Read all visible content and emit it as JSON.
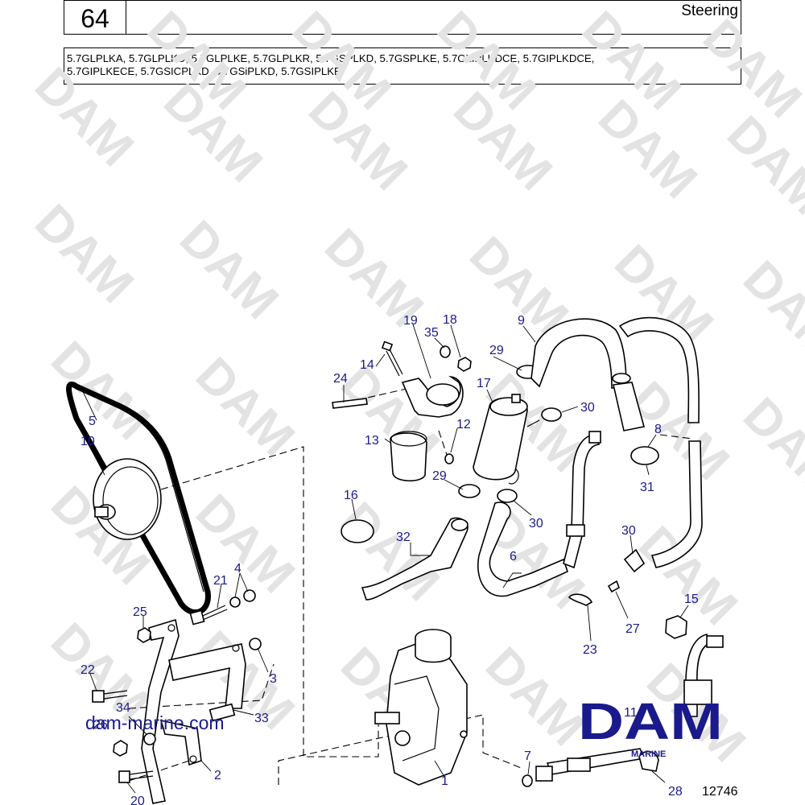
{
  "header": {
    "page_number": "64",
    "section_title": "Steering"
  },
  "models": {
    "line1": "5.7GLPLKA, 5.7GLPLKD, 5.7GLPLKE, 5.7GLPLKR, 5.7GSPLKD, 5.7GSPLKE, 5.7GLIPLKDCE, 5.7GIPLKDCE,",
    "line2": "5.7GIPLKECE, 5.7GSICPLKD, 5.7GSiPLKD, 5.7GSIPLKE"
  },
  "callouts": [
    "1",
    "2",
    "3",
    "4",
    "5",
    "6",
    "7",
    "8",
    "9",
    "10",
    "11",
    "12",
    "13",
    "14",
    "15",
    "16",
    "17",
    "18",
    "19",
    "20",
    "21",
    "22",
    "23",
    "24",
    "25",
    "26",
    "27",
    "28",
    "29",
    "29",
    "30",
    "30",
    "30",
    "31",
    "32",
    "33",
    "34",
    "35"
  ],
  "watermark": "DAM",
  "website": "dam-marine.com",
  "logo": {
    "name": "DAM",
    "sub": "MARINE"
  },
  "drawing_number": "12746",
  "colors": {
    "callout": "#1a1a8c",
    "watermark": "#e3e3e3",
    "logo": "#1a1a8c"
  }
}
